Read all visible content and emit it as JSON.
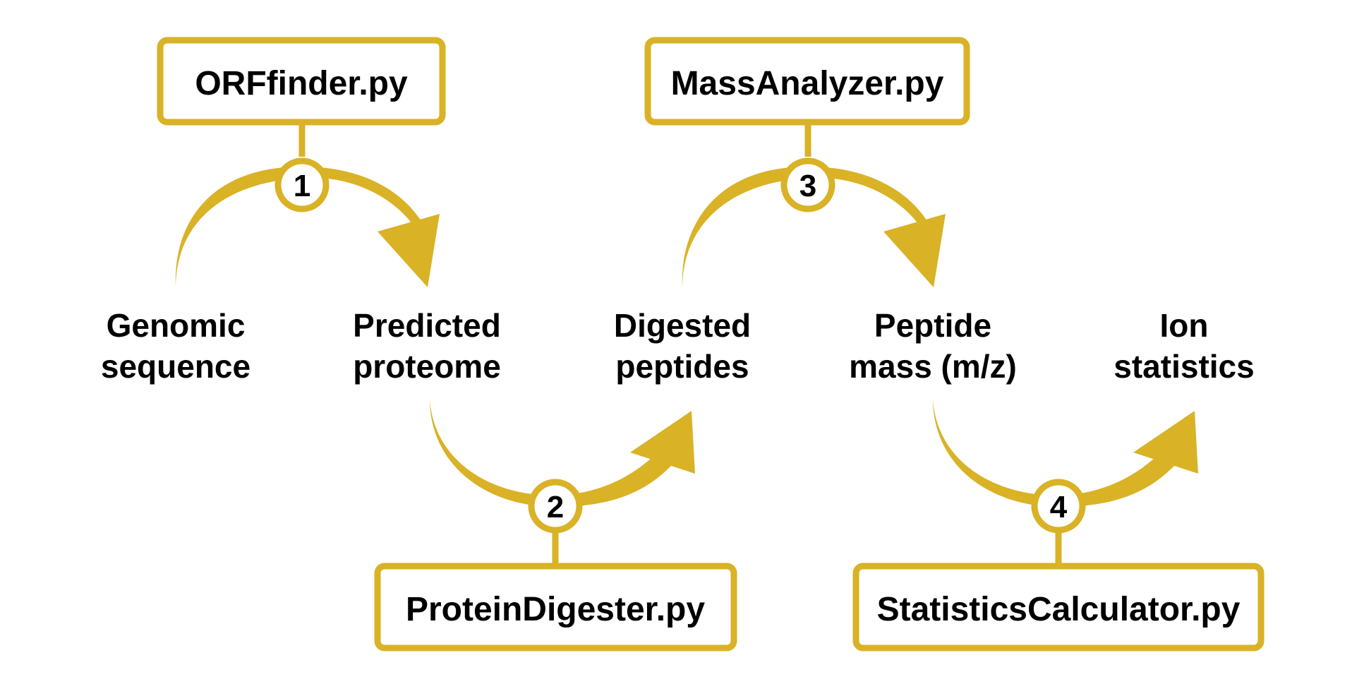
{
  "colors": {
    "accent": "#D9B226",
    "text": "#000000",
    "background": "#FFFFFF"
  },
  "scripts": [
    {
      "name": "ORFfinder.py"
    },
    {
      "name": "ProteinDigester.py"
    },
    {
      "name": "MassAnalyzer.py"
    },
    {
      "name": "StatisticsCalculator.py"
    }
  ],
  "steps": [
    "1",
    "2",
    "3",
    "4"
  ],
  "nodes": [
    {
      "line1": "Genomic",
      "line2": "sequence"
    },
    {
      "line1": "Predicted",
      "line2": "proteome"
    },
    {
      "line1": "Digested",
      "line2": "peptides"
    },
    {
      "line1": "Peptide",
      "line2": "mass (m/z)"
    },
    {
      "line1": "Ion",
      "line2": "statistics"
    }
  ]
}
